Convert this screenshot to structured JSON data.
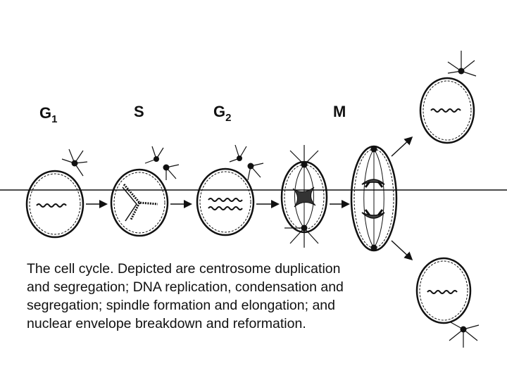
{
  "phases": [
    {
      "letter": "G",
      "sub": "1"
    },
    {
      "letter": "S",
      "sub": ""
    },
    {
      "letter": "G",
      "sub": "2"
    },
    {
      "letter": "M",
      "sub": ""
    }
  ],
  "caption": {
    "lines": [
      "The cell cycle. Depicted are centrosome duplication",
      "and segregation; DNA replication, condensation and",
      "segregation; spindle formation and elongation; and",
      "nuclear envelope breakdown and reformation."
    ]
  },
  "colors": {
    "line": "#111111",
    "background": "#ffffff"
  }
}
